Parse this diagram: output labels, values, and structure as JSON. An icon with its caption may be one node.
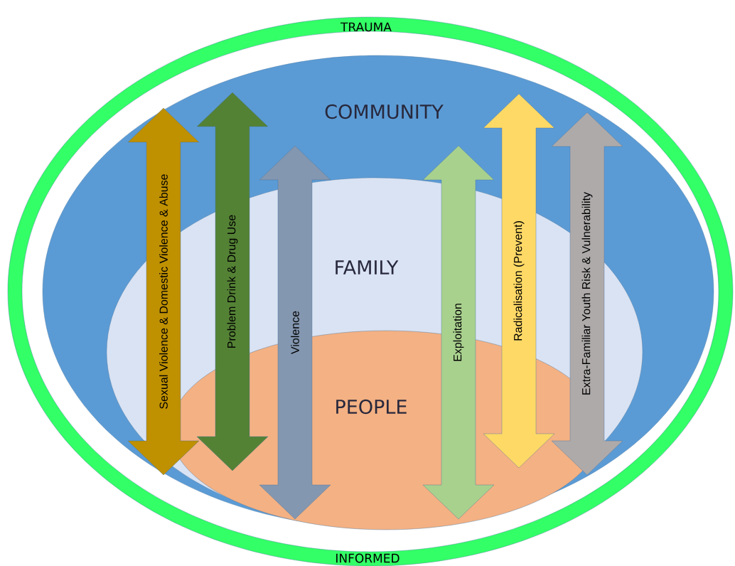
{
  "diagram": {
    "nodes": [
      {
        "text": [
          "TRAUMA",
          "INFORMED"
        ]
      },
      {
        "text": [
          "COMMUNITY"
        ],
        "in": 0
      },
      {
        "text": [
          "FAMILY"
        ],
        "in": 1
      },
      {
        "text": [
          "PEOPLE"
        ],
        "in": 2
      },
      {
        "text": [
          "Sexual Violence & Domestic Violence & Abuse"
        ],
        "in": 1
      },
      {
        "text": [
          "Problem Drink & Drug Use"
        ],
        "in": 1
      },
      {
        "text": [
          "Violence"
        ],
        "in": 1
      },
      {
        "text": [
          "Exploitation"
        ],
        "in": 1
      },
      {
        "text": [
          "Radicalisation (Prevent)"
        ],
        "in": 1
      },
      {
        "text": [
          "Extra-Familiar Youth Risk & Vulnerability"
        ],
        "in": 1
      }
    ]
  }
}
